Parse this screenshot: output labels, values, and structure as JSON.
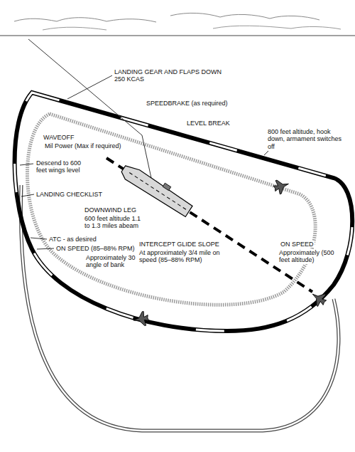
{
  "diagram": {
    "labels": [
      "LANDING GEAR AND FLAPS DOWN 250 KCAS",
      "SPEEDBRAKE (as required)",
      "LEVEL BREAK",
      "800 feet altitude, hook down, armament switches off",
      "WAVEOFF",
      "Mil Power (Max if required)",
      "Descend to 600 feet wings level",
      "LANDING CHECKLIST",
      "DOWNWIND LEG",
      "600 feet altitude 1.1 to 1.3 miles abeam",
      "ATC - as desired",
      "ON SPEED (85–88% RPM)",
      "Approximately 30 angle of bank",
      "INTERCEPT GLIDE SLOPE",
      "At approximately 3/4 mile on speed (85–88% RPM)",
      "ON SPEED",
      "Approximately (500 feet altitude)"
    ]
  }
}
